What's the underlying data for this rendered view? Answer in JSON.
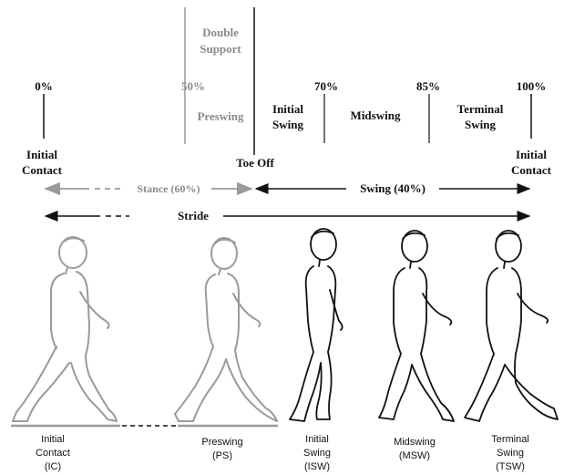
{
  "header": {
    "double_support_line1": "Double",
    "double_support_line2": "Support",
    "pct_0": "0%",
    "pct_50": "50%",
    "pct_70": "70%",
    "pct_85": "85%",
    "pct_100": "100%",
    "preswing": "Preswing",
    "initial_swing_line1": "Initial",
    "initial_swing_line2": "Swing",
    "midswing": "Midswing",
    "terminal_swing_line1": "Terminal",
    "terminal_swing_line2": "Swing",
    "initial_contact_left_line1": "Initial",
    "initial_contact_left_line2": "Contact",
    "toe_off": "Toe Off",
    "initial_contact_right_line1": "Initial",
    "initial_contact_right_line2": "Contact"
  },
  "arrows": {
    "stance": "Stance (60%)",
    "swing": "Swing (40%)",
    "stride": "Stride"
  },
  "figures": [
    {
      "line1": "Initial",
      "line2": "Contact",
      "line3": "(IC)"
    },
    {
      "line1": "Preswing",
      "line2": "(PS)",
      "line3": ""
    },
    {
      "line1": "Initial",
      "line2": "Swing",
      "line3": "(ISW)"
    },
    {
      "line1": "Midswing",
      "line2": "(MSW)",
      "line3": ""
    },
    {
      "line1": "Terminal",
      "line2": "Swing",
      "line3": "(TSW)"
    }
  ],
  "colors": {
    "ink": "#111111",
    "gray": "#9a9a9a",
    "grayText": "#8a8a8a"
  }
}
